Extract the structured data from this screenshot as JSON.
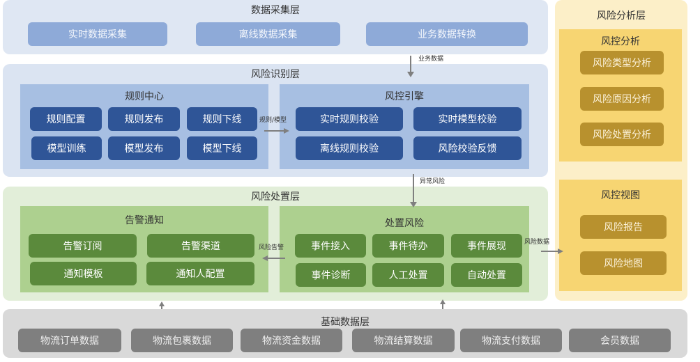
{
  "collection_layer": {
    "title": "数据采集层",
    "items": [
      "实时数据采集",
      "离线数据采集",
      "业务数据转换"
    ]
  },
  "identification_layer": {
    "title": "风险识别层",
    "rule_center": {
      "title": "规则中心",
      "items": [
        "规则配置",
        "规则发布",
        "规则下线",
        "模型训练",
        "模型发布",
        "模型下线"
      ]
    },
    "risk_engine": {
      "title": "风控引擎",
      "items": [
        "实时规则校验",
        "实时模型校验",
        "离线规则校验",
        "风险校验反馈"
      ]
    }
  },
  "disposal_layer": {
    "title": "风险处置层",
    "alert_notify": {
      "title": "告警通知",
      "items": [
        "告警订阅",
        "告警渠道",
        "通知模板",
        "通知人配置"
      ]
    },
    "risk_handling": {
      "title": "处置风险",
      "items": [
        "事件接入",
        "事件待办",
        "事件展现",
        "事件诊断",
        "人工处置",
        "自动处置"
      ]
    }
  },
  "analysis_layer": {
    "title": "风险分析层",
    "risk_analysis": {
      "title": "风控分析",
      "items": [
        "风险类型分析",
        "风险原因分析",
        "风险处置分析"
      ]
    },
    "risk_view": {
      "title": "风控视图",
      "items": [
        "风险报告",
        "风险地图"
      ]
    }
  },
  "base_layer": {
    "title": "基础数据层",
    "items": [
      "物流订单数据",
      "物流包裹数据",
      "物流资金数据",
      "物流结算数据",
      "物流支付数据",
      "会员数据"
    ]
  },
  "arrows": {
    "business_data": "业务数据",
    "rule_model": "规则/模型",
    "abnormal_risk": "异常风险",
    "risk_alert": "风险告警",
    "risk_data": "风险数据"
  },
  "colors": {
    "collection_bg": "#dfe7f3",
    "identify_box": "#2f5597",
    "dispose_box": "#5b8a3c",
    "analysis_box": "#b8912e",
    "base_box": "#7f7f7f"
  }
}
